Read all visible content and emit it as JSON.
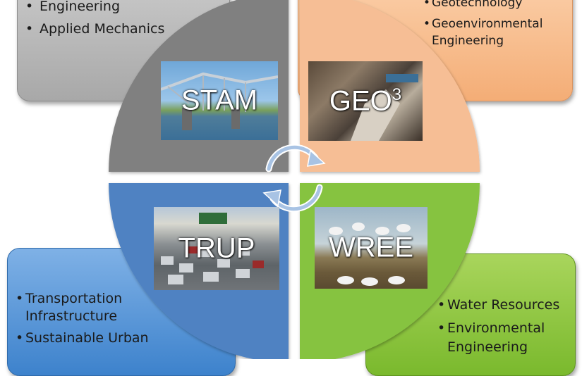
{
  "quadrants": {
    "top_left": {
      "color": "#808080",
      "photo_label": "STAM",
      "bullets": [
        "Engineering",
        "Applied Mechanics"
      ]
    },
    "top_right": {
      "color": "#f6be95",
      "photo_label": "GEO",
      "photo_label_sup": "3",
      "bullets": [
        "Geotechnology",
        "Geoenvironmental Engineering"
      ]
    },
    "bottom_left": {
      "color": "#4f82c2",
      "photo_label": "TRUP",
      "bullets": [
        "Transportation Infrastructure",
        "Sustainable Urban"
      ]
    },
    "bottom_right": {
      "color": "#86c341",
      "photo_label": "WREE",
      "bullets": [
        "Water Resources",
        "Environmental Engineering"
      ]
    }
  },
  "cycle_arrows_icon": "circular-arrows-icon"
}
